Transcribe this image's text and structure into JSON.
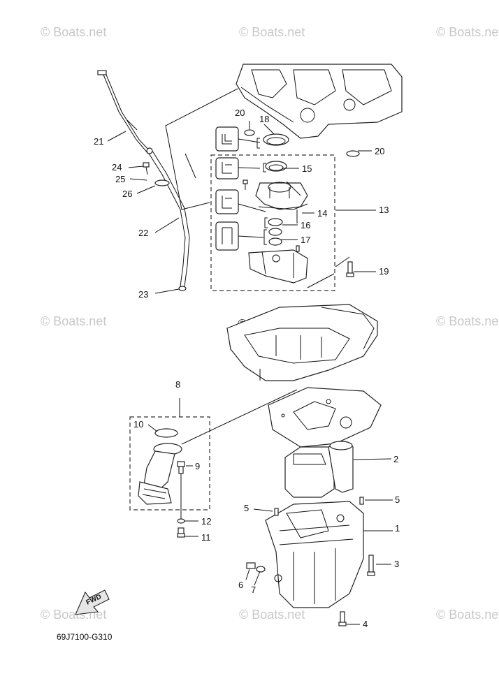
{
  "watermarks": [
    "© Boats.net",
    "© Boats.net",
    "© Boats.net",
    "© Boats.net",
    "© Boats.net",
    "© Boats.net",
    "© Boats.net",
    "© Boats.net",
    "© Boats.net"
  ],
  "watermark_center": "© Boats.net",
  "diagram_code": "69J7100-G310",
  "fwd_label": "FWD",
  "callouts": {
    "c1": "1",
    "c2": "2",
    "c3": "3",
    "c4": "4",
    "c5a": "5",
    "c5b": "5",
    "c6": "6",
    "c7": "7",
    "c8": "8",
    "c9": "9",
    "c10": "10",
    "c11": "11",
    "c12": "12",
    "c13": "13",
    "c14": "14",
    "c15": "15",
    "c16": "16",
    "c17": "17",
    "c18": "18",
    "c19": "19",
    "c20a": "20",
    "c20b": "20",
    "c21": "21",
    "c22": "22",
    "c23": "23",
    "c24": "24",
    "c25": "25",
    "c26": "26"
  }
}
